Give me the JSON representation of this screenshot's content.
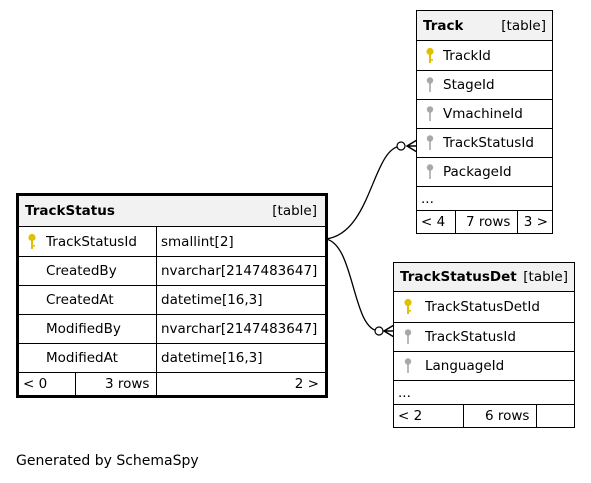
{
  "footer": "Generated by SchemaSpy",
  "colors": {
    "primary_key": "#e0c000",
    "foreign_key": "#a8a8a8",
    "header_bg": "#f2f2f2"
  },
  "tables": {
    "track_status": {
      "name": "TrackStatus",
      "kind": "[table]",
      "columns": [
        {
          "name": "TrackStatusId",
          "type": "smallint[2]",
          "key": "primary"
        },
        {
          "name": "CreatedBy",
          "type": "nvarchar[2147483647]",
          "key": "none"
        },
        {
          "name": "CreatedAt",
          "type": "datetime[16,3]",
          "key": "none"
        },
        {
          "name": "ModifiedBy",
          "type": "nvarchar[2147483647]",
          "key": "none"
        },
        {
          "name": "ModifiedAt",
          "type": "datetime[16,3]",
          "key": "none"
        }
      ],
      "footer": {
        "parents": "< 0",
        "rows": "3 rows",
        "children": "2 >"
      }
    },
    "track": {
      "name": "Track",
      "kind": "[table]",
      "columns": [
        {
          "name": "TrackId",
          "key": "primary"
        },
        {
          "name": "StageId",
          "key": "foreign"
        },
        {
          "name": "VmachineId",
          "key": "foreign"
        },
        {
          "name": "TrackStatusId",
          "key": "foreign"
        },
        {
          "name": "PackageId",
          "key": "foreign"
        }
      ],
      "more": "...",
      "footer": {
        "parents": "< 4",
        "rows": "7 rows",
        "children": "3 >"
      }
    },
    "track_status_det": {
      "name": "TrackStatusDet",
      "kind": "[table]",
      "columns": [
        {
          "name": "TrackStatusDetId",
          "key": "primary"
        },
        {
          "name": "TrackStatusId",
          "key": "foreign"
        },
        {
          "name": "LanguageId",
          "key": "foreign"
        }
      ],
      "more": "...",
      "footer": {
        "parents": "< 2",
        "rows": "6 rows",
        "children": ""
      }
    }
  }
}
